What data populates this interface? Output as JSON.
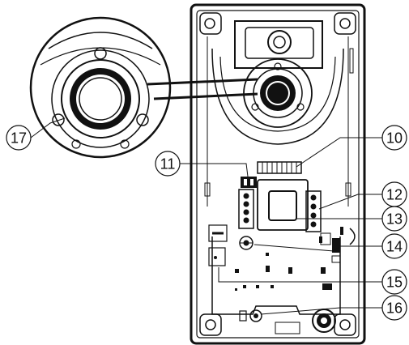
{
  "callouts": [
    {
      "id": "17",
      "label": "17"
    },
    {
      "id": "11",
      "label": "11"
    },
    {
      "id": "10",
      "label": "10"
    },
    {
      "id": "12",
      "label": "12"
    },
    {
      "id": "13",
      "label": "13"
    },
    {
      "id": "14",
      "label": "14"
    },
    {
      "id": "15",
      "label": "15"
    },
    {
      "id": "16",
      "label": "16"
    }
  ],
  "colors": {
    "line": "#111111",
    "background": "#ffffff"
  }
}
